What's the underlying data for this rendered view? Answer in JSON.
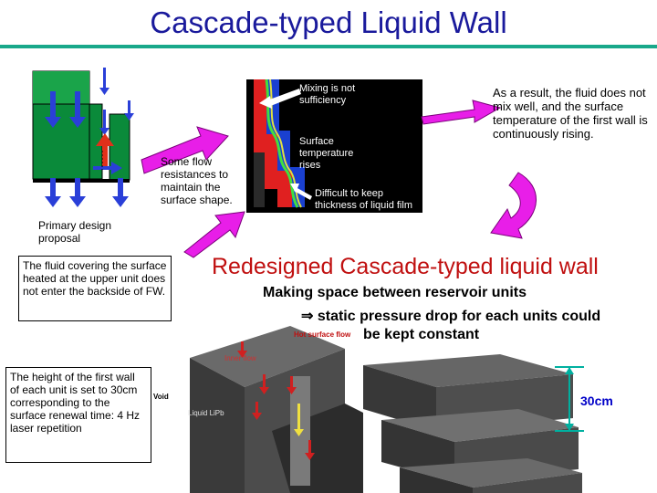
{
  "title": "Cascade-typed Liquid Wall",
  "primary_label": "Primary design proposal",
  "flow_resistance_text": "Some flow resistances to maintain the surface shape.",
  "sim": {
    "mixing": "Mixing is not sufficiency",
    "surface_temp": "Surface temperature rises",
    "difficult": "Difficult to keep thickness of liquid film"
  },
  "result_text": "As a result, the fluid does not mix well, and the surface temperature of the first wall is continuously rising.",
  "fluid_box_text": "The fluid covering the surface heated at the upper unit does not enter the backside of FW.",
  "height_box_text": "The height of the first wall of each unit is set to 30cm corresponding to the surface renewal time: 4 Hz laser repetition",
  "redesign_title": "Redesigned Cascade-typed liquid wall",
  "redesign_line1": "Making space between reservoir units",
  "redesign_line2": "⇒ static pressure drop for each units could",
  "redesign_line3": "be  kept constant",
  "cad_labels": {
    "hot_surface_flow": "Hot surface flow",
    "inner_flow": "Inner flow",
    "void": "Void",
    "liquid_lipb": "Liquid LiPb"
  },
  "dimension_label": "30cm",
  "colors": {
    "title": "#1a1a9c",
    "rule": "#19a88a",
    "redesign": "#c01010",
    "arrow_magenta": "#e81ee8",
    "dimension": "#00b0a0"
  }
}
